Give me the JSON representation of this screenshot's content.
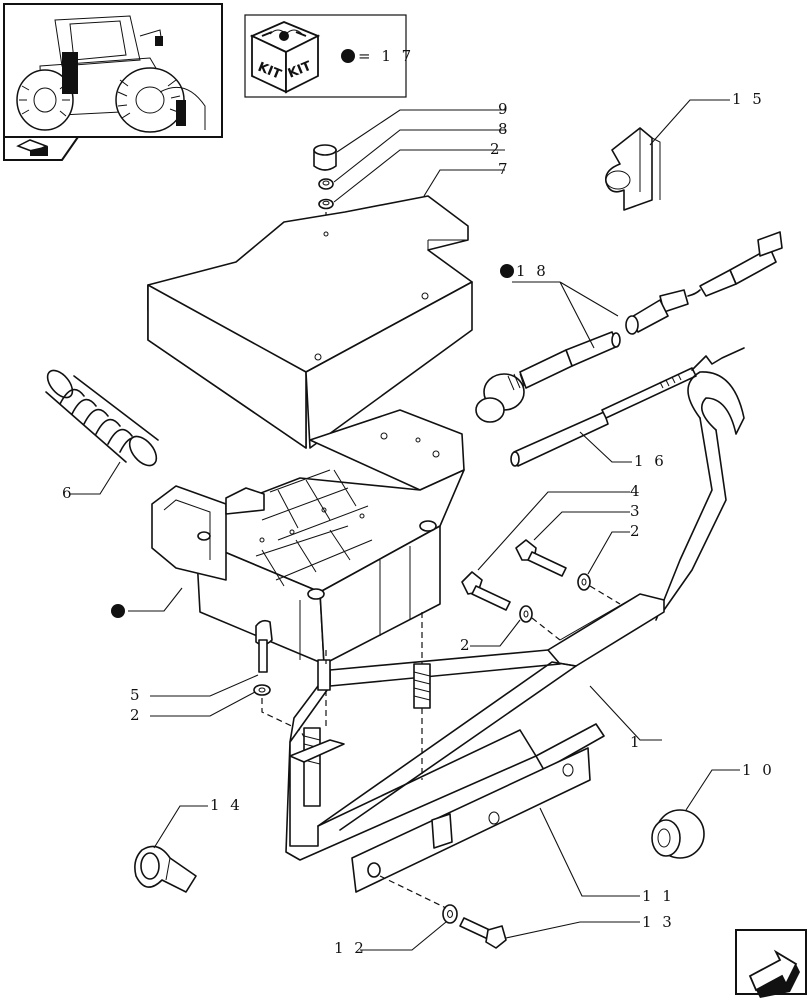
{
  "kit_legend": {
    "kit_word_1": "KIT",
    "kit_word_2": "KIT",
    "equals_text": "= 1 7"
  },
  "callouts": [
    {
      "id": "c1",
      "text": "1"
    },
    {
      "id": "c2a",
      "text": "2"
    },
    {
      "id": "c2b",
      "text": "2"
    },
    {
      "id": "c2c",
      "text": "2"
    },
    {
      "id": "c2d",
      "text": "2"
    },
    {
      "id": "c3",
      "text": "3"
    },
    {
      "id": "c4",
      "text": "4"
    },
    {
      "id": "c5",
      "text": "5"
    },
    {
      "id": "c6",
      "text": "6"
    },
    {
      "id": "c7",
      "text": "7"
    },
    {
      "id": "c8",
      "text": "8"
    },
    {
      "id": "c9",
      "text": "9"
    },
    {
      "id": "c10",
      "text": "1 0"
    },
    {
      "id": "c11",
      "text": "1 1"
    },
    {
      "id": "c12",
      "text": "1 2"
    },
    {
      "id": "c13",
      "text": "1 3"
    },
    {
      "id": "c14",
      "text": "1 4"
    },
    {
      "id": "c15",
      "text": "1 5"
    },
    {
      "id": "c16",
      "text": "1 6"
    },
    {
      "id": "c18",
      "text": "1 8"
    }
  ],
  "icons": {
    "thumbnail": "tractor-thumbnail-icon",
    "nav_prev": "nav-back-icon",
    "nav_next": "next-page-arrow-icon",
    "kit_box": "kit-box-icon"
  },
  "colors": {
    "line": "#111111",
    "background": "#ffffff"
  }
}
